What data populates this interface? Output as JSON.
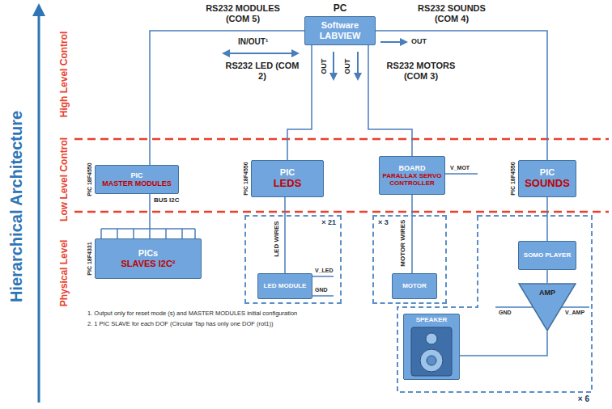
{
  "diagram": {
    "nodes": [
      {
        "text": [
          "PC",
          "Software LABVIEW"
        ]
      },
      {
        "text": [
          "PIC",
          "MASTER MODULES"
        ]
      },
      {
        "text": [
          "PICs",
          "SLAVES I2C²"
        ]
      },
      {
        "text": [
          "PIC",
          "LEDS"
        ]
      },
      {
        "text": [
          "× 21"
        ]
      },
      {
        "text": [
          "LED MODULE"
        ],
        "in": 4
      },
      {
        "text": [
          "BOARD",
          "PARALLAX SERVO CONTROLLER"
        ]
      },
      {
        "text": [
          "× 3"
        ]
      },
      {
        "text": [
          "MOTOR"
        ],
        "in": 7
      },
      {
        "text": [
          "PIC",
          "SOUNDS"
        ]
      },
      {
        "text": [
          "× 6"
        ]
      },
      {
        "text": [
          "SOMO PLAYER"
        ],
        "in": 10
      },
      {
        "text": [
          "AMP"
        ],
        "in": 10
      },
      {
        "text": [
          "SPEAKER"
        ],
        "in": 10
      }
    ],
    "edges": [
      {
        "from": 0,
        "to": 1,
        "label": "RS232 MODULES (COM 5)",
        "arrow": "none"
      },
      {
        "from": 0,
        "to": 3,
        "label": "RS232 LED (COM 2)",
        "arrow": "none"
      },
      {
        "from": 0,
        "to": 6,
        "label": "RS232 MOTORS (COM 3)",
        "arrow": "none"
      },
      {
        "from": 0,
        "to": 9,
        "label": "RS232 SOUNDS (COM 4)",
        "arrow": "none"
      },
      {
        "from": 1,
        "to": 2,
        "label": "BUS I2C",
        "arrow": "none"
      },
      {
        "from": 3,
        "to": 5,
        "label": "LED WIRES",
        "arrow": "none"
      },
      {
        "from": 6,
        "to": 8,
        "label": "MOTOR WIRES",
        "arrow": "none"
      },
      {
        "from": 9,
        "to": 11,
        "arrow": "none"
      },
      {
        "from": 11,
        "to": 12,
        "arrow": "none"
      },
      {
        "from": 12,
        "to": 13,
        "arrow": "none"
      }
    ],
    "labels": [
      "Hierarchical Architecture",
      "High Level Control",
      "Low Level Control",
      "Physical Level",
      "IN/OUT¹",
      "OUT",
      "OUT",
      "OUT",
      "PIC 18F4550",
      "PIC 18F4331",
      "PIC 18F4550",
      "PIC 18F4550",
      "V_LED",
      "GND",
      "V_MOT",
      "GND",
      "V_AMP",
      "1. Output only for reset mode (s) and MASTER MODULES initial configuration",
      "2. 1 PIC SLAVE for each DOF (Circular Tap has only one DOF (rot1))"
    ]
  }
}
